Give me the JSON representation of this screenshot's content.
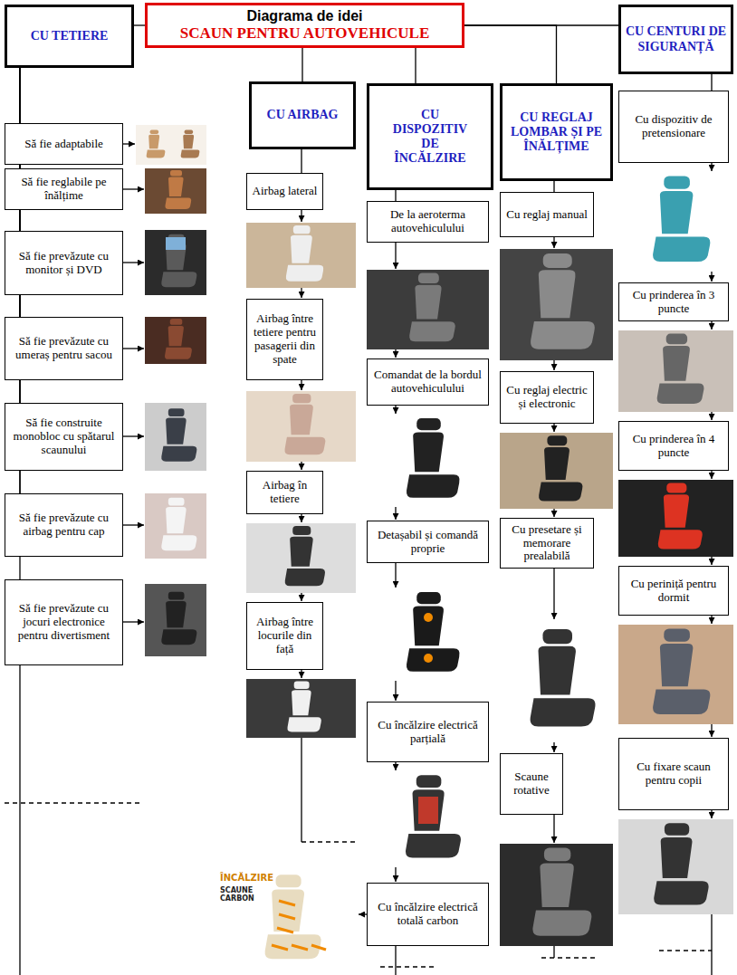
{
  "diagram": {
    "nodes": [
      {
        "text": [
          "Diagrama de idei",
          "SCAUN PENTRU AUTOVEHICULE"
        ]
      },
      {
        "text": [
          "CU TETIERE"
        ]
      },
      {
        "text": [
          "CU AIRBAG"
        ]
      },
      {
        "text": [
          "CU DISPOZITIV DE ÎNCĂLZIRE"
        ]
      },
      {
        "text": [
          "CU REGLAJ LOMBAR ȘI PE ÎNĂLȚIME"
        ]
      },
      {
        "text": [
          "CU CENTURI DE SIGURANȚĂ"
        ]
      },
      {
        "text": [
          "Să fie adaptabile"
        ]
      },
      {
        "text": [
          "Să fie reglabile pe înălțime"
        ]
      },
      {
        "text": [
          "Să fie prevăzute cu monitor și DVD"
        ]
      },
      {
        "text": [
          "Să fie prevăzute cu umeraș pentru sacou"
        ]
      },
      {
        "text": [
          "Să fie construite monobloc cu spătarul scaunului"
        ]
      },
      {
        "text": [
          "Să fie prevăzute cu airbag pentru cap"
        ]
      },
      {
        "text": [
          "Să fie prevăzute cu jocuri electronice pentru divertisment"
        ]
      },
      {
        "text": [
          "Airbag lateral"
        ]
      },
      {
        "text": [
          "Airbag între tetiere pentru pasagerii din spate"
        ]
      },
      {
        "text": [
          "Airbag în tetiere"
        ]
      },
      {
        "text": [
          "Airbag între locurile din față"
        ]
      },
      {
        "text": [
          "De la aeroterma autovehiculului"
        ]
      },
      {
        "text": [
          "Comandat de la bordul autovehiculului"
        ]
      },
      {
        "text": [
          "Detașabil și comandă proprie"
        ]
      },
      {
        "text": [
          "Cu încălzire electrică parțială"
        ]
      },
      {
        "text": [
          "Cu încălzire electrică totală carbon"
        ]
      },
      {
        "text": [
          "Cu reglaj manual"
        ]
      },
      {
        "text": [
          "Cu reglaj electric și electronic"
        ]
      },
      {
        "text": [
          "Cu presetare și memorare prealabilă"
        ]
      },
      {
        "text": [
          "Scaune rotative"
        ]
      },
      {
        "text": [
          "Cu dispozitiv de pretensionare"
        ]
      },
      {
        "text": [
          "Cu prinderea în 3 puncte"
        ]
      },
      {
        "text": [
          "Cu prinderea în 4 puncte"
        ]
      },
      {
        "text": [
          "Cu periniță pentru dormit"
        ]
      },
      {
        "text": [
          "Cu fixare scaun pentru copii"
        ]
      }
    ],
    "edges": [
      {
        "from": 0,
        "to": 1,
        "arrow": "none"
      },
      {
        "from": 0,
        "to": 2,
        "arrow": "none"
      },
      {
        "from": 0,
        "to": 3,
        "arrow": "none"
      },
      {
        "from": 0,
        "to": 4,
        "arrow": "none"
      },
      {
        "from": 0,
        "to": 5,
        "arrow": "none"
      },
      {
        "from": 1,
        "to": 6,
        "arrow": "none"
      },
      {
        "from": 1,
        "to": 7,
        "arrow": "none"
      },
      {
        "from": 1,
        "to": 8,
        "arrow": "none"
      },
      {
        "from": 1,
        "to": 9,
        "arrow": "none"
      },
      {
        "from": 1,
        "to": 10,
        "arrow": "none"
      },
      {
        "from": 1,
        "to": 11,
        "arrow": "none"
      },
      {
        "from": 1,
        "to": 12,
        "arrow": "none"
      },
      {
        "from": 2,
        "to": 13,
        "arrow": "none"
      },
      {
        "from": 3,
        "to": 17,
        "arrow": "none"
      },
      {
        "from": 4,
        "to": 22,
        "arrow": "none"
      },
      {
        "from": 5,
        "to": 26,
        "arrow": "none"
      }
    ],
    "labels": [
      "ÎNCĂLZIRE",
      "SCAUNE CARBON"
    ]
  }
}
